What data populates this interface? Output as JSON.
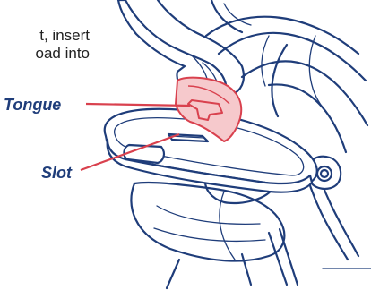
{
  "instruction": {
    "line1": "t, insert",
    "line2": "oad into"
  },
  "callouts": {
    "tongue": "Tongue",
    "slot": "Slot"
  },
  "colors": {
    "outline": "#1f3d7a",
    "tongue_fill": "#f6c9cc",
    "leader_line": "#d9414e"
  }
}
